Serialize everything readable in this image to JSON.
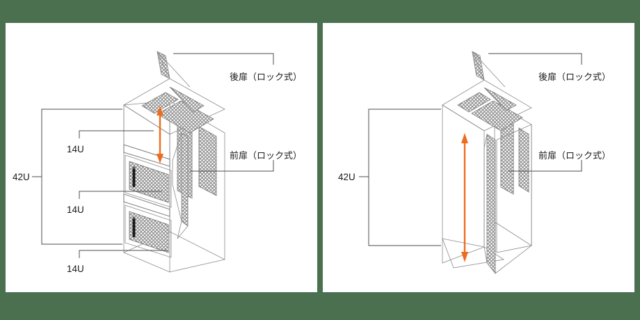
{
  "page": {
    "background_color": "#4a7050",
    "panel_background": "#ffffff",
    "accent_color": "#ef6b1e",
    "line_color": "#4d4d4d"
  },
  "diagram": {
    "type": "technical-isometric-illustration",
    "subject": "19-inch server rack cabinet",
    "panels": [
      {
        "id": "left",
        "name": "split-rack-three-compartments",
        "description": "Rack divided into three lockable compartments of 14U each, total 42U",
        "labels": {
          "total": "42U",
          "segments": [
            "14U",
            "14U",
            "14U"
          ],
          "rear_door": "後扉（ロック式）",
          "front_door": "前扉（ロック式）"
        },
        "measure_arrow": {
          "label": "14U",
          "orientation": "vertical",
          "double_headed": true
        }
      },
      {
        "id": "right",
        "name": "single-rack-full-height",
        "description": "Rack as one continuous 42U compartment with full-height lockable doors",
        "labels": {
          "total": "42U",
          "rear_door": "後扉（ロック式）",
          "front_door": "前扉（ロック式）"
        },
        "measure_arrow": {
          "label": "42U",
          "orientation": "vertical",
          "double_headed": true
        }
      }
    ]
  },
  "left_panel": {
    "bracket_label": "42U",
    "segment_labels": [
      "14U",
      "14U",
      "14U"
    ],
    "rear_door_label": "後扉（ロック式）",
    "front_door_label": "前扉（ロック式）"
  },
  "right_panel": {
    "bracket_label": "42U",
    "rear_door_label": "後扉（ロック式）",
    "front_door_label": "前扉（ロック式）"
  }
}
